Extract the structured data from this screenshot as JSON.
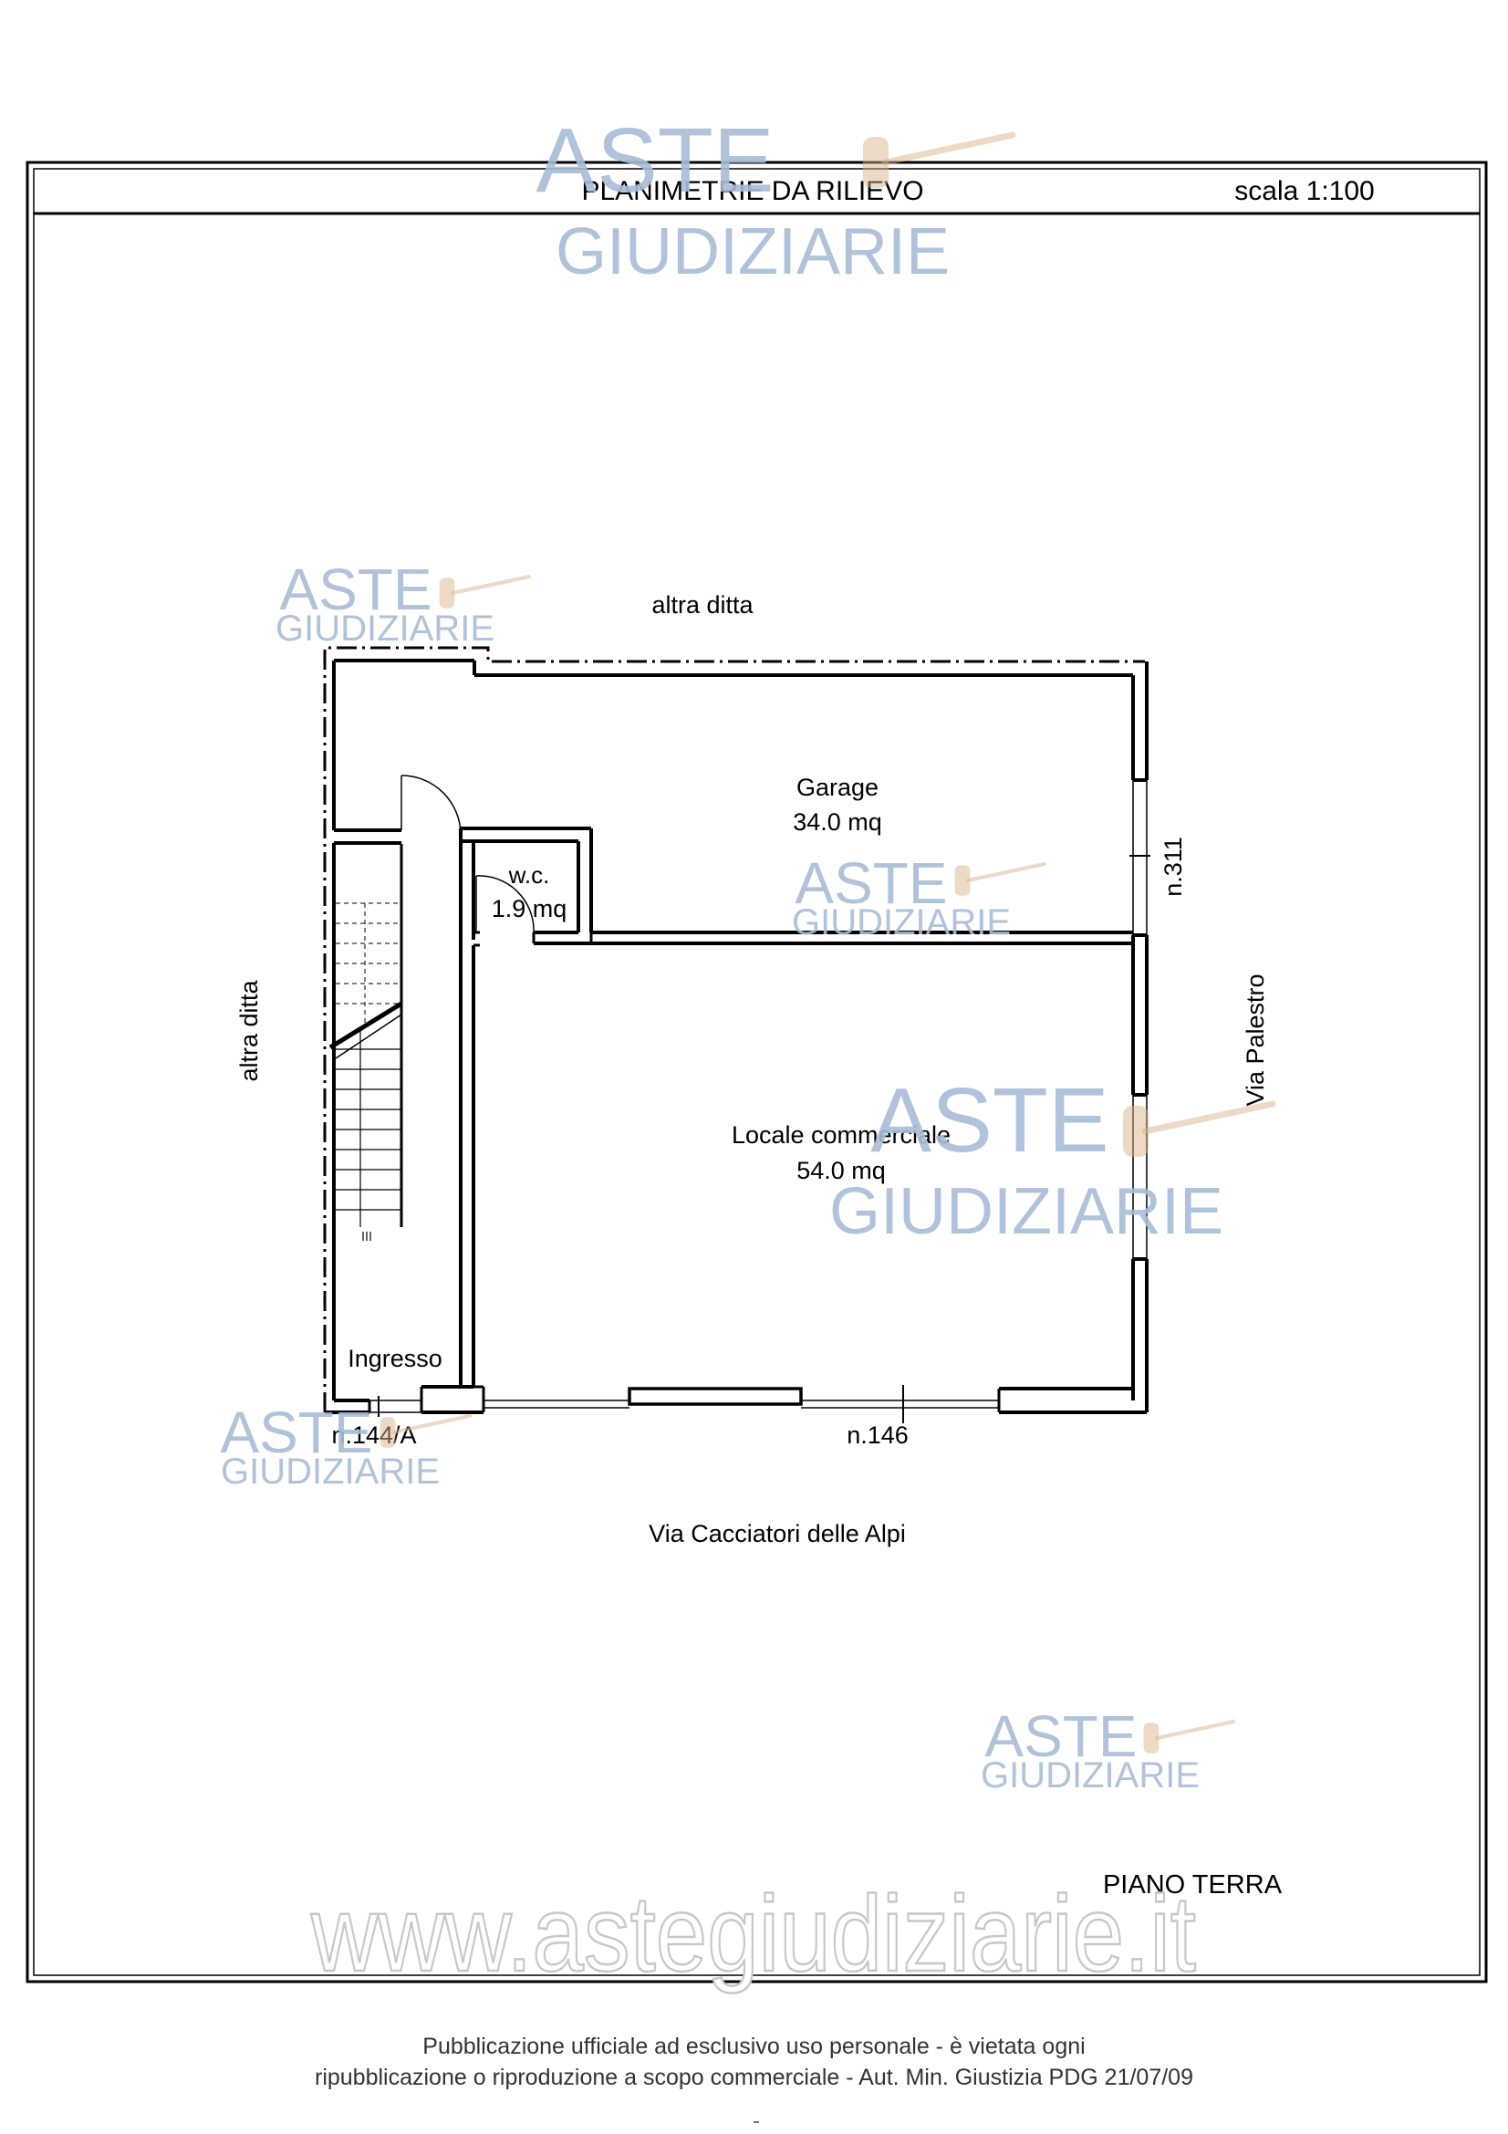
{
  "header": {
    "title": "PLANIMETRIE DA RILIEVO",
    "scale": "scala 1:100"
  },
  "rooms": {
    "garage": {
      "name": "Garage",
      "area": "34.0 mq"
    },
    "wc": {
      "name": "w.c.",
      "area": "1.9 mq"
    },
    "shop": {
      "name": "Locale commerciale",
      "area": "54.0 mq"
    },
    "entrance": {
      "name": "Ingresso"
    }
  },
  "surroundings": {
    "north": "altra ditta",
    "west": "altra ditta",
    "east": "Via Palestro",
    "south": "Via Cacciatori delle Alpi"
  },
  "civic_numbers": {
    "entrance": "n.144/A",
    "shop": "n.146",
    "garage": "n.311"
  },
  "floor_label": "PIANO TERRA",
  "watermark": {
    "line1": "ASTE",
    "line2": "GIUDIZIARIE",
    "url": "www.astegiudiziarie.it",
    "color": "#a8bdd6"
  },
  "footer": {
    "line1": "Pubblicazione ufficiale ad esclusivo uso personale - è vietata ogni",
    "line2": "ripubblicazione o riproduzione a scopo commerciale - Aut. Min. Giustizia PDG 21/07/09"
  }
}
